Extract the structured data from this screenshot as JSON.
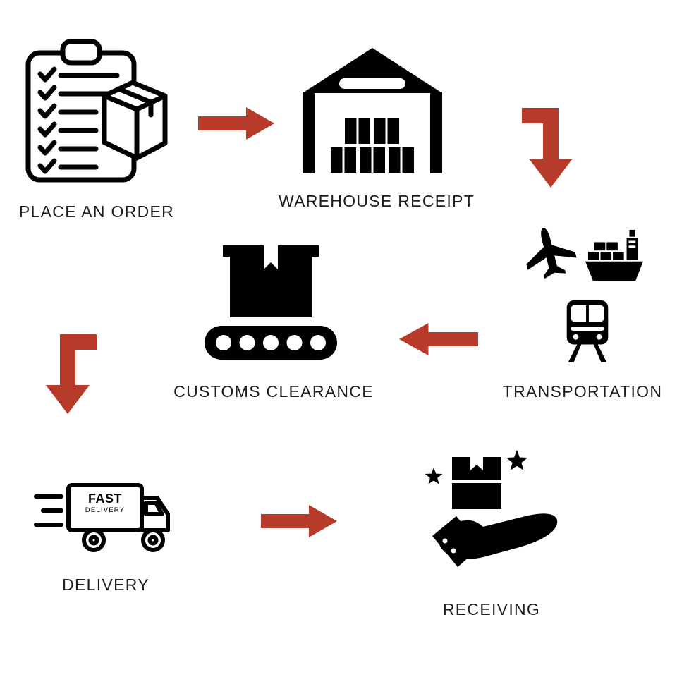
{
  "palette": {
    "background": "#ffffff",
    "icon_ink": "#000000",
    "arrow_red": "#b73b2b",
    "label_color": "#1d1d1d"
  },
  "diagram": {
    "type": "process-flow",
    "subject": "shipping-logistics-steps"
  },
  "steps": {
    "place_order": {
      "label": "PLACE AN ORDER"
    },
    "warehouse_receipt": {
      "label": "WAREHOUSE RECEIPT"
    },
    "transportation": {
      "label": "TRANSPORTATION"
    },
    "customs_clearance": {
      "label": "CUSTOMS CLEARANCE"
    },
    "delivery": {
      "label": "DELIVERY",
      "truck_text_line1": "FAST",
      "truck_text_line2": "DELIVERY"
    },
    "receiving": {
      "label": "RECEIVING"
    }
  },
  "connections": [
    {
      "from": "place_order",
      "to": "warehouse_receipt",
      "arrow": "right"
    },
    {
      "from": "warehouse_receipt",
      "to": "transportation",
      "arrow": "bend-down-right"
    },
    {
      "from": "transportation",
      "to": "customs_clearance",
      "arrow": "left"
    },
    {
      "from": "customs_clearance",
      "to": "delivery",
      "arrow": "bend-down-left"
    },
    {
      "from": "delivery",
      "to": "receiving",
      "arrow": "right"
    }
  ]
}
